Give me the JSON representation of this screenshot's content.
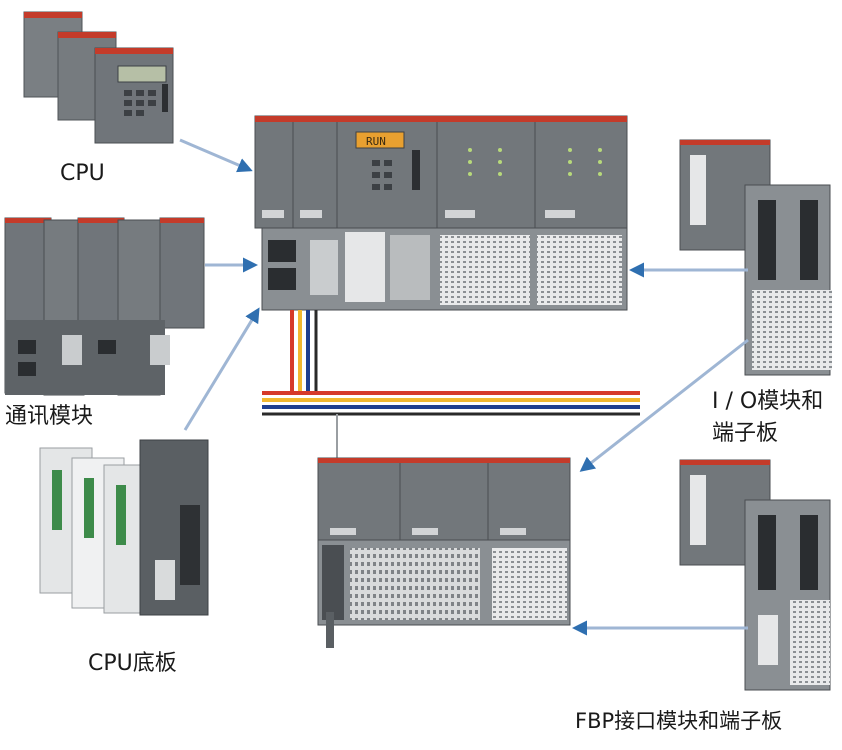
{
  "labels": {
    "cpu": "CPU",
    "comm_module": "通讯模块",
    "cpu_baseplate": "CPU底板",
    "io_module_line1": "I / O模块和",
    "io_module_line2": "端子板",
    "fbp": "FBP接口模块和端子板"
  },
  "colors": {
    "arrow": "#2f6fb0",
    "arrow_line": "#9fb6d4",
    "module_body": "#6e7377",
    "module_dark": "#4a4e52",
    "module_light": "#c9ccce",
    "accent_red": "#c43b2a",
    "bus_red": "#d63a2a",
    "bus_yellow": "#f2b830",
    "bus_blue": "#1f3f8f",
    "bus_dark": "#2a2a2a",
    "lcd": "#e8a030"
  },
  "lcd_text": "RUN"
}
